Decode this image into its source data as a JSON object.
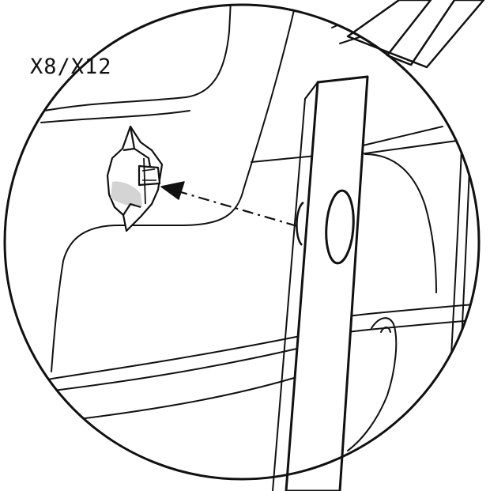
{
  "callout": {
    "part_label": "X8/X12"
  },
  "colors": {
    "line": "#111111",
    "background": "#ffffff",
    "shading": "#d4d4d4"
  },
  "icons": {
    "arrow": "dash-dot-arrow",
    "clip": "push-pin-clip"
  }
}
